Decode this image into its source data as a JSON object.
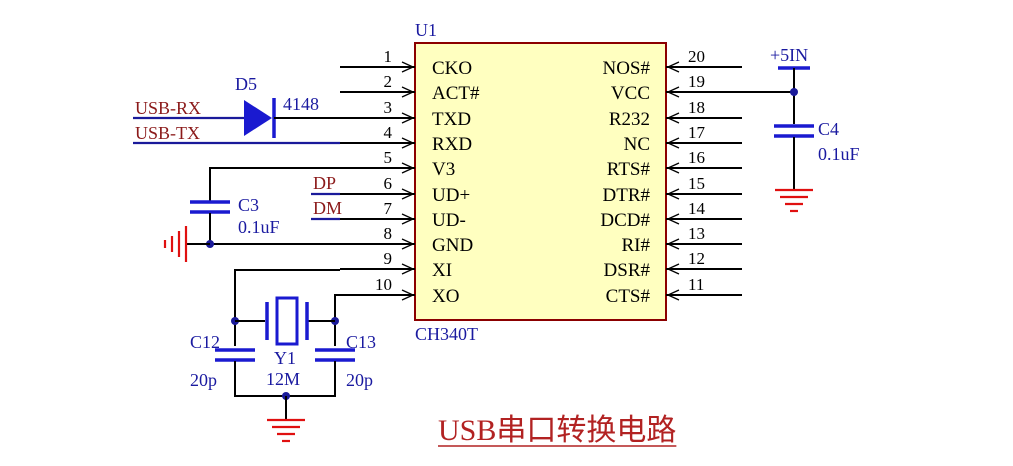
{
  "chip": {
    "ref": "U1",
    "part": "CH340T",
    "left_pins": [
      {
        "num": "1",
        "name": "CKO"
      },
      {
        "num": "2",
        "name": "ACT#"
      },
      {
        "num": "3",
        "name": "TXD"
      },
      {
        "num": "4",
        "name": "RXD"
      },
      {
        "num": "5",
        "name": "V3"
      },
      {
        "num": "6",
        "name": "UD+"
      },
      {
        "num": "7",
        "name": "UD-"
      },
      {
        "num": "8",
        "name": "GND"
      },
      {
        "num": "9",
        "name": "XI"
      },
      {
        "num": "10",
        "name": "XO"
      }
    ],
    "right_pins": [
      {
        "num": "20",
        "name": "NOS#"
      },
      {
        "num": "19",
        "name": "VCC"
      },
      {
        "num": "18",
        "name": "R232"
      },
      {
        "num": "17",
        "name": "NC"
      },
      {
        "num": "16",
        "name": "RTS#"
      },
      {
        "num": "15",
        "name": "DTR#"
      },
      {
        "num": "14",
        "name": "DCD#"
      },
      {
        "num": "13",
        "name": "RI#"
      },
      {
        "num": "12",
        "name": "DSR#"
      },
      {
        "num": "11",
        "name": "CTS#"
      }
    ]
  },
  "nets": {
    "usb_rx": "USB-RX",
    "usb_tx": "USB-TX",
    "dp": "DP",
    "dm": "DM",
    "power": "+5IN"
  },
  "diode": {
    "ref": "D5",
    "value": "4148"
  },
  "caps": {
    "c3": {
      "ref": "C3",
      "value": "0.1uF"
    },
    "c4": {
      "ref": "C4",
      "value": "0.1uF"
    },
    "c12": {
      "ref": "C12",
      "value": "20p"
    },
    "c13": {
      "ref": "C13",
      "value": "20p"
    }
  },
  "crystal": {
    "ref": "Y1",
    "value": "12M"
  },
  "caption": "USB串口转换电路",
  "colors": {
    "chip_fill": "#ffffc0",
    "chip_border": "#8b0000",
    "ground": "#e01010",
    "component": "#1a1ad0",
    "net_label": "#8b1a1a",
    "ref_label": "#1a1aa0"
  }
}
